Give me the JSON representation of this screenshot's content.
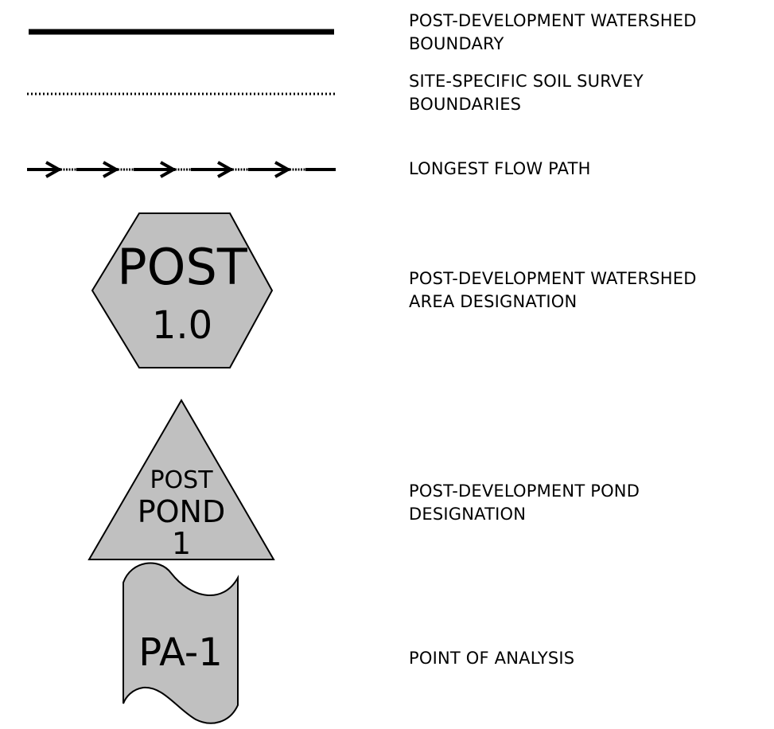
{
  "legend": {
    "items": [
      {
        "key": "watershed-boundary",
        "lines": [
          "POST-DEVELOPMENT WATERSHED",
          "BOUNDARY"
        ]
      },
      {
        "key": "soil-survey-boundaries",
        "lines": [
          "SITE-SPECIFIC SOIL SURVEY",
          "BOUNDARIES"
        ]
      },
      {
        "key": "longest-flow-path",
        "lines": [
          "LONGEST FLOW PATH"
        ]
      },
      {
        "key": "watershed-area-designation",
        "lines": [
          "POST-DEVELOPMENT WATERSHED",
          "AREA DESIGNATION"
        ]
      },
      {
        "key": "pond-designation",
        "lines": [
          "POST-DEVELOPMENT POND",
          "DESIGNATION"
        ]
      },
      {
        "key": "point-of-analysis",
        "lines": [
          "POINT OF ANALYSIS"
        ]
      }
    ]
  },
  "symbols": {
    "hexagon": {
      "line1": "POST",
      "line2": "1.0"
    },
    "triangle": {
      "line1": "POST",
      "line2": "POND",
      "line3": "1"
    },
    "banner": {
      "text": "PA-1"
    }
  },
  "colors": {
    "symbol_fill": "#c0c0c0",
    "stroke": "#000000"
  }
}
